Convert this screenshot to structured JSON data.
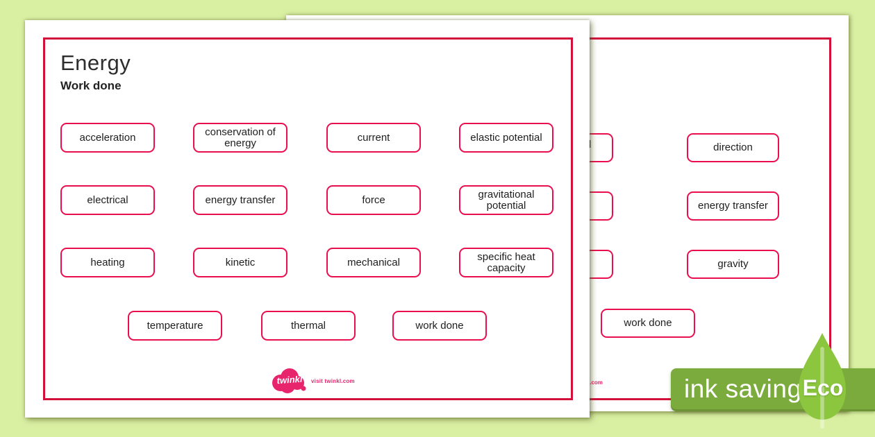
{
  "front_page": {
    "title": "Energy",
    "subtitle": "Work done",
    "rows": [
      {
        "words": [
          "acceleration",
          "conservation of energy",
          "current",
          "elastic potential"
        ]
      },
      {
        "words": [
          "electrical",
          "energy transfer",
          "force",
          "gravitational potential"
        ]
      },
      {
        "words": [
          "heating",
          "kinetic",
          "mechanical",
          "specific heat capacity"
        ]
      },
      {
        "words": [
          "temperature",
          "thermal",
          "work done"
        ]
      }
    ],
    "logo": {
      "brand": "twinkl",
      "tagline": "visit twinkl.com"
    }
  },
  "back_page": {
    "words": [
      "direction",
      "energy transfer",
      "gravity"
    ],
    "bottom_word": "work done",
    "partial_left_text": "l",
    "partial_footer_text": "l.com"
  },
  "eco_badge": {
    "label": "ink saving",
    "leaf_label": "Eco"
  },
  "colors": {
    "background_green": "#d9efa2",
    "page_border_red": "#d30f3c",
    "word_box_border": "#ea0e4f",
    "twinkl_pink": "#e8246d",
    "badge_green": "#7cab3d",
    "leaf_green": "#8cc63e"
  }
}
